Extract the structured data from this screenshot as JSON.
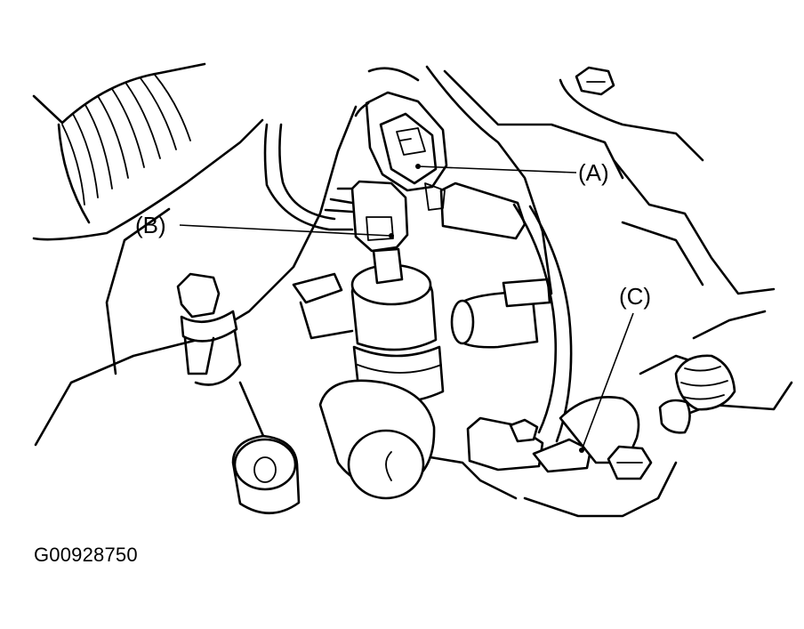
{
  "callouts": {
    "a": "(A)",
    "b": "(B)",
    "c": "(C)"
  },
  "figure_id": "G00928750",
  "colors": {
    "line": "#000000",
    "background": "#ffffff"
  }
}
